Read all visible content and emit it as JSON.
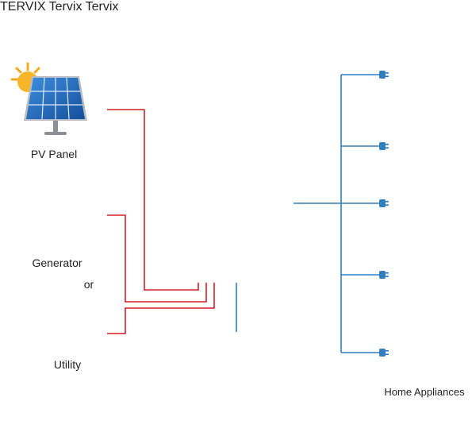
{
  "labels": {
    "pv_panel": "PV Panel",
    "generator": "Generator",
    "or": "or",
    "utility": "Utility",
    "home_appliances": "Home Appliances"
  },
  "brand": {
    "logo_text": "Tervix"
  },
  "colors": {
    "input_wire": "#d21f26",
    "output_wire": "#2f7fc1",
    "inverter_body": "#f1f2f4",
    "inverter_panel": "#0b0b0b",
    "battery_top": "#2a2a2a",
    "brand_blue": "#1f5aa8"
  },
  "icons": [
    "sun-icon",
    "solar-panel-icon",
    "generator-icon",
    "transmission-tower-icon",
    "inverter-icon",
    "battery-icon",
    "refrigerator-icon",
    "light-bulb-icon",
    "monitor-icon",
    "fan-icon",
    "tv-icon",
    "plug-icon"
  ]
}
